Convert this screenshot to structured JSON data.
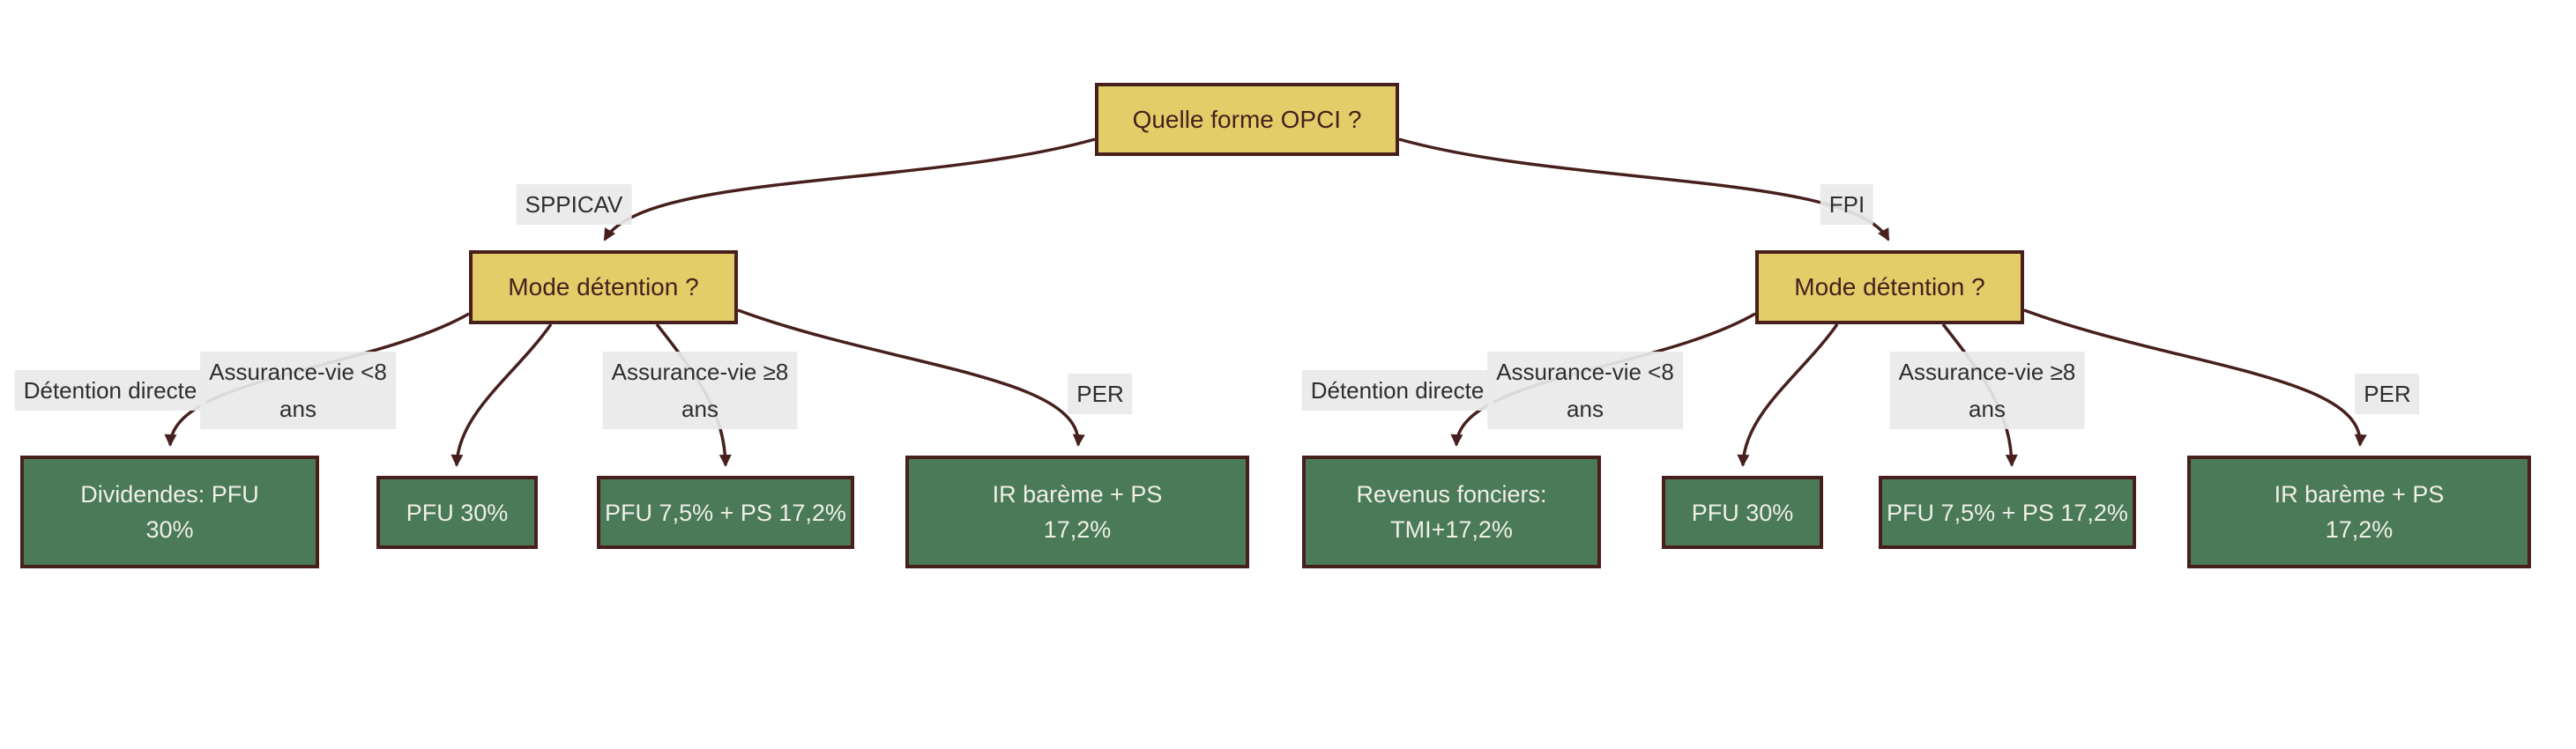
{
  "colors": {
    "question_fill": "#e2cd69",
    "question_text": "#47201d",
    "leaf_fill": "#4a7a58",
    "leaf_text": "#f0efe7",
    "border_and_edges": "#47201d",
    "edge_label_bg": "#e9e9e9",
    "edge_label_text": "#2e2e2e",
    "background": "#ffffff"
  },
  "root": {
    "label": "Quelle forme OPCI ?"
  },
  "left": {
    "edge_label": "SPPICAV",
    "question": "Mode détention ?",
    "children": [
      {
        "edge": [
          "Détention directe"
        ],
        "leaf": [
          "Dividendes: PFU",
          "30%"
        ]
      },
      {
        "edge": [
          "Assurance-vie <8",
          "ans"
        ],
        "leaf": [
          "PFU 30%"
        ]
      },
      {
        "edge": [
          "Assurance-vie ≥8",
          "ans"
        ],
        "leaf": [
          "PFU 7,5% + PS 17,2%"
        ]
      },
      {
        "edge": [
          "PER"
        ],
        "leaf": [
          "IR barème + PS",
          "17,2%"
        ]
      }
    ]
  },
  "right": {
    "edge_label": "FPI",
    "question": "Mode détention ?",
    "children": [
      {
        "edge": [
          "Détention directe"
        ],
        "leaf": [
          "Revenus fonciers:",
          "TMI+17,2%"
        ]
      },
      {
        "edge": [
          "Assurance-vie <8",
          "ans"
        ],
        "leaf": [
          "PFU 30%"
        ]
      },
      {
        "edge": [
          "Assurance-vie ≥8",
          "ans"
        ],
        "leaf": [
          "PFU 7,5% + PS 17,2%"
        ]
      },
      {
        "edge": [
          "PER"
        ],
        "leaf": [
          "IR barème + PS",
          "17,2%"
        ]
      }
    ]
  }
}
